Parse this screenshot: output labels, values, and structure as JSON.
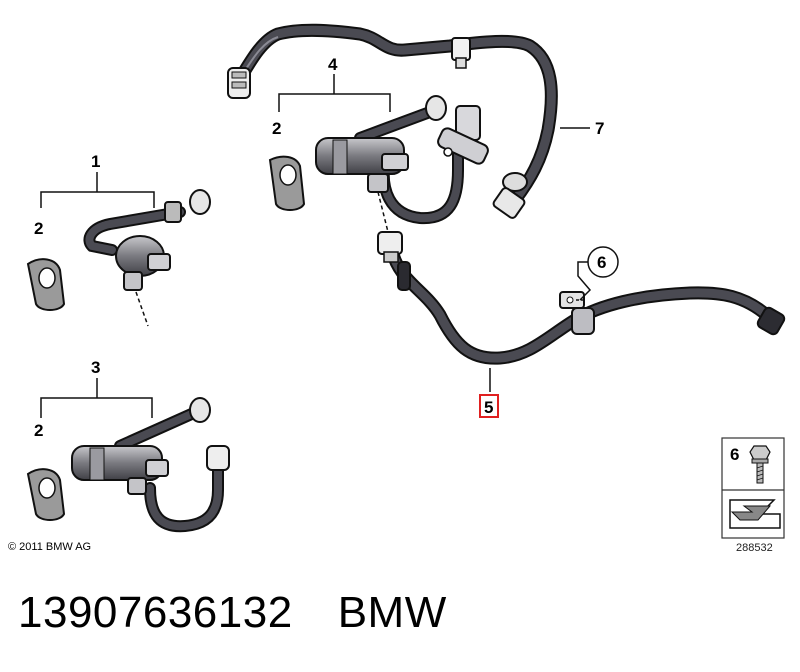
{
  "callouts": {
    "c1": "1",
    "c2a": "2",
    "c2b": "2",
    "c2c": "2",
    "c3": "3",
    "c4": "4",
    "c5": "5",
    "c6": "6",
    "c7": "7"
  },
  "legend": {
    "item_number": "6"
  },
  "footer": {
    "copyright": "© 2011 BMW AG",
    "image_ref": "288532"
  },
  "caption": {
    "part_number": "13907636132",
    "brand": "BMW"
  },
  "colors": {
    "hose": "#4a4a52",
    "hose_highlight": "#8a8a94",
    "outline": "#111111",
    "clip": "#9a9a9a",
    "highlight_box": "#e02020"
  }
}
